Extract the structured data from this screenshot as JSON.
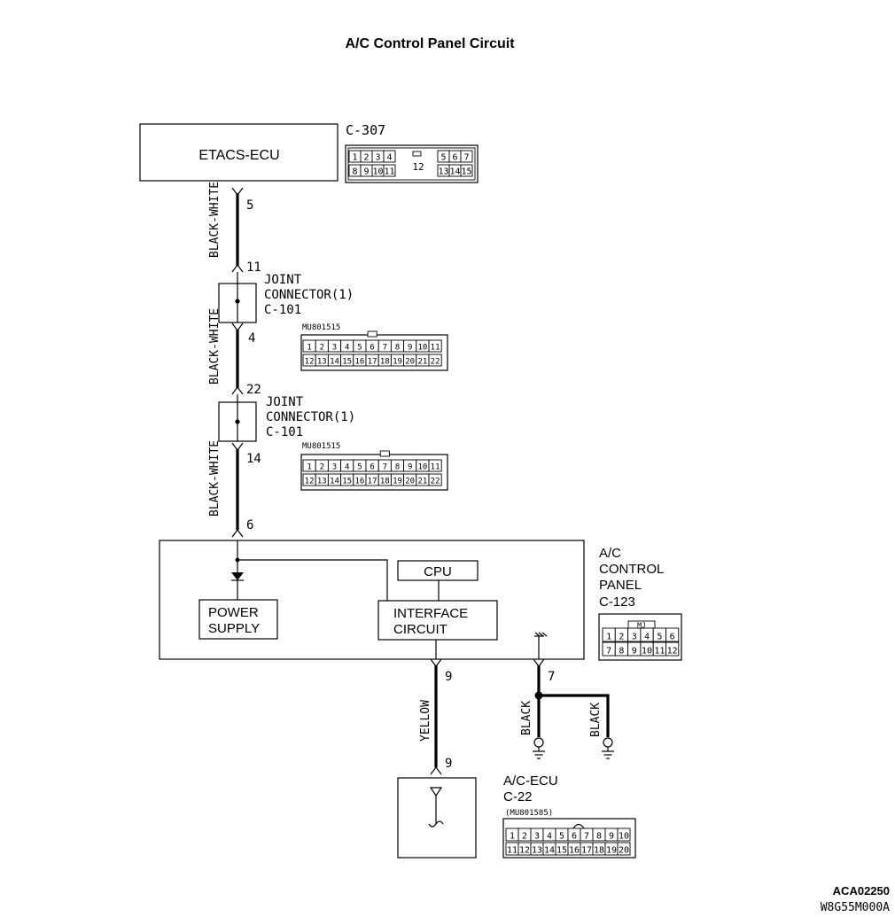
{
  "title": "A/C Control Panel Circuit",
  "etacs": {
    "label": "ETACS-ECU",
    "connector_label": "C-307",
    "conn_top": [
      "1",
      "2",
      "3",
      "4",
      "5",
      "6",
      "7"
    ],
    "conn_bottom": [
      "8",
      "9",
      "10",
      "11",
      "13",
      "14",
      "15"
    ],
    "conn_center": "12"
  },
  "wires": {
    "seg1": {
      "top_pin": "5",
      "color": "BLACK-WHITE",
      "bottom_pin": "11"
    },
    "seg2": {
      "top_pin": "4",
      "color": "BLACK-WHITE",
      "bottom_pin": "22"
    },
    "seg3": {
      "top_pin": "14",
      "color": "BLACK-WHITE",
      "bottom_pin": "6"
    },
    "yellow": {
      "top_pin": "9",
      "color": "YELLOW",
      "bottom_pin": "9"
    },
    "ground": {
      "pin": "7",
      "left_color": "BLACK",
      "right_color": "BLACK"
    }
  },
  "joint1": {
    "line1": "JOINT",
    "line2": "CONNECTOR(1)",
    "line3": "C-101",
    "part": "MU801515",
    "row1": [
      "1",
      "2",
      "3",
      "4",
      "5",
      "6",
      "7",
      "8",
      "9",
      "10",
      "11"
    ],
    "row2": [
      "12",
      "13",
      "14",
      "15",
      "16",
      "17",
      "18",
      "19",
      "20",
      "21",
      "22"
    ]
  },
  "joint2": {
    "line1": "JOINT",
    "line2": "CONNECTOR(1)",
    "line3": "C-101",
    "part": "MU801515",
    "row1": [
      "1",
      "2",
      "3",
      "4",
      "5",
      "6",
      "7",
      "8",
      "9",
      "10",
      "11"
    ],
    "row2": [
      "12",
      "13",
      "14",
      "15",
      "16",
      "17",
      "18",
      "19",
      "20",
      "21",
      "22"
    ]
  },
  "panel": {
    "line1": "A/C",
    "line2": "CONTROL",
    "line3": "PANEL",
    "connector": "C-123",
    "cpu": "CPU",
    "power_1": "POWER",
    "power_2": "SUPPLY",
    "iface_1": "INTERFACE",
    "iface_2": "CIRCUIT",
    "conn_key": "MJ",
    "conn_row1": [
      "1",
      "2",
      "3",
      "4",
      "5",
      "6"
    ],
    "conn_row2": [
      "7",
      "8",
      "9",
      "10",
      "11",
      "12"
    ]
  },
  "acecu": {
    "line1": "A/C-ECU",
    "line2": "C-22",
    "part": "(MU801585)",
    "row1": [
      "1",
      "2",
      "3",
      "4",
      "5",
      "6",
      "7",
      "8",
      "9",
      "10"
    ],
    "row2": [
      "11",
      "12",
      "13",
      "14",
      "15",
      "16",
      "17",
      "18",
      "19",
      "20"
    ]
  },
  "footer": {
    "code1": "ACA02250",
    "code2": "W8G55M000A"
  }
}
